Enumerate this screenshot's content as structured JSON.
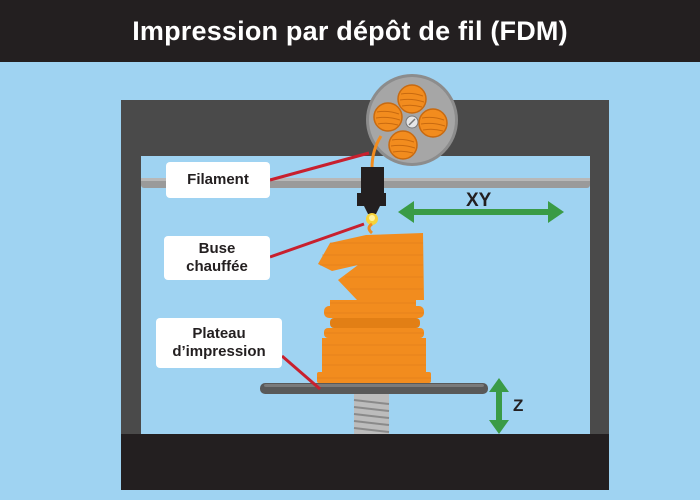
{
  "title": "Impression par dépôt de fil (FDM)",
  "labels": {
    "filament": "Filament",
    "nozzle_line1": "Buse",
    "nozzle_line2": "chauffée",
    "bed_line1": "Plateau",
    "bed_line2": "d’impression"
  },
  "axes": {
    "xy": "XY",
    "z": "Z"
  },
  "colors": {
    "header": "#231f20",
    "background": "#9fd3f2",
    "frame": "#4a4a4a",
    "filament_orange": "#f28c1e",
    "leader_red": "#c8202e",
    "arrow_green": "#3a9b46"
  }
}
